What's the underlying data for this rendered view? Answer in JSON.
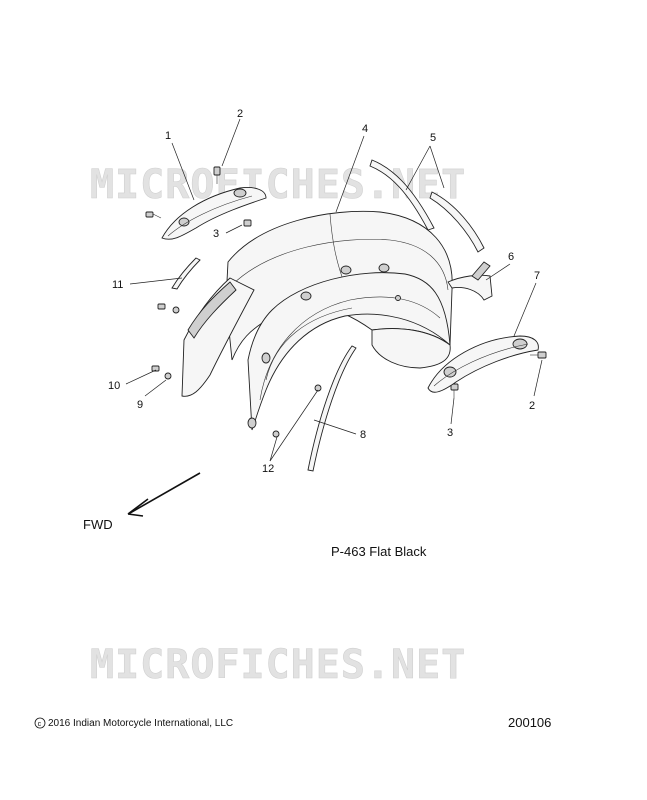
{
  "watermark": "MICROFICHES.NET",
  "callouts": [
    {
      "id": "c1",
      "label": "1"
    },
    {
      "id": "c2a",
      "label": "2"
    },
    {
      "id": "c3a",
      "label": "3"
    },
    {
      "id": "c4",
      "label": "4"
    },
    {
      "id": "c5",
      "label": "5"
    },
    {
      "id": "c6",
      "label": "6"
    },
    {
      "id": "c7",
      "label": "7"
    },
    {
      "id": "c11",
      "label": "11"
    },
    {
      "id": "c10",
      "label": "10"
    },
    {
      "id": "c9",
      "label": "9"
    },
    {
      "id": "c2b",
      "label": "2"
    },
    {
      "id": "c3b",
      "label": "3"
    },
    {
      "id": "c8",
      "label": "8"
    },
    {
      "id": "c12",
      "label": "12"
    }
  ],
  "direction_label": "FWD",
  "paint_note": "P-463  Flat Black",
  "footer": {
    "copyright": "© 2016 Indian Motorcycle International, LLC",
    "diagram_number": "200106"
  }
}
